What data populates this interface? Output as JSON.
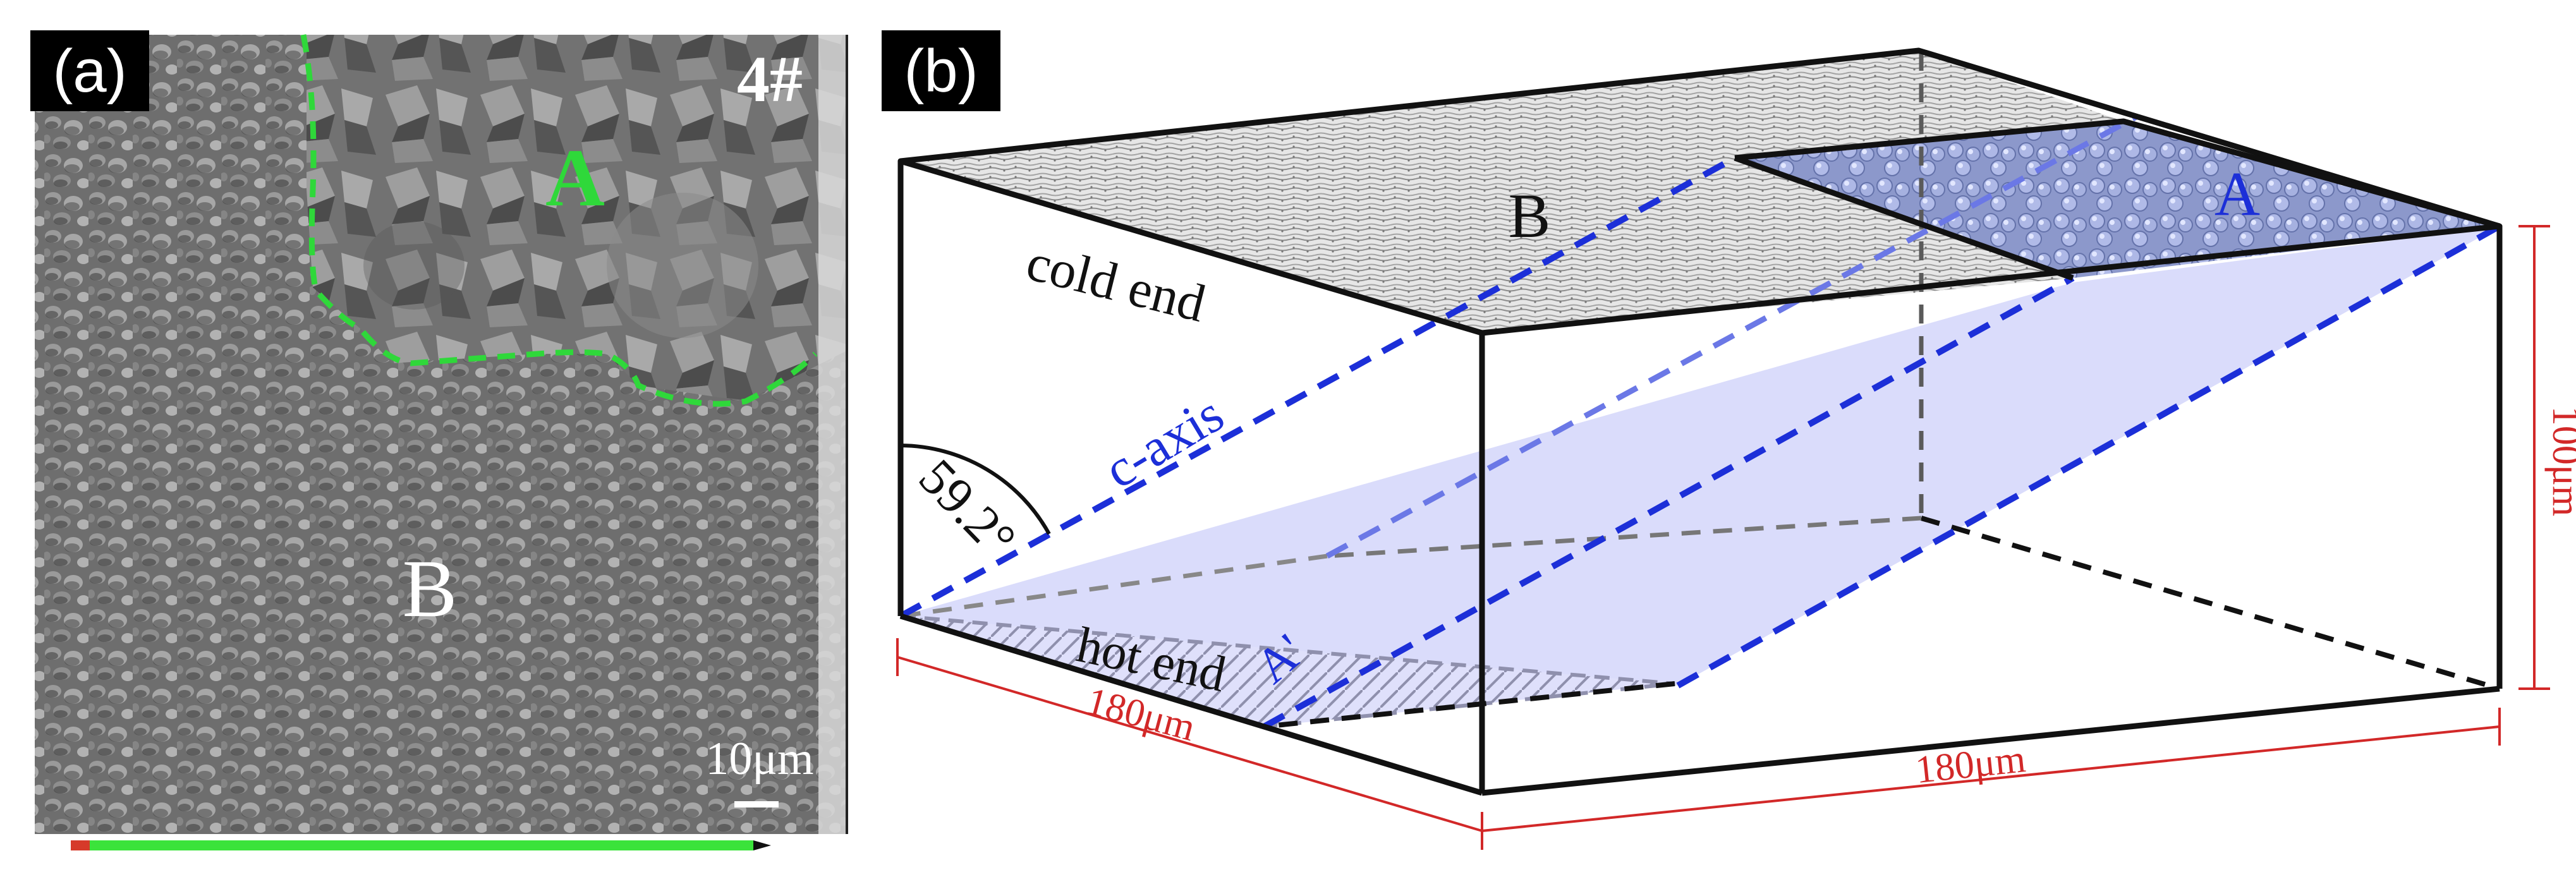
{
  "panel_a": {
    "label": "(a)",
    "sample_id": "4#",
    "region_a": "A",
    "region_b": "B",
    "scale_bar": "10μm"
  },
  "panel_b": {
    "label": "(b)",
    "top_region_b": "B",
    "top_region_a": "A",
    "projected_region": "A'",
    "cold_end": "cold end",
    "hot_end": "hot end",
    "axis_label": "c-axis",
    "angle": "59.2°",
    "dim_front": "180μm",
    "dim_side": "180μm",
    "dim_height": "100μm"
  },
  "colors": {
    "boundary_green": "#2fd83a",
    "axis_blue": "#1c2fd8",
    "plane_fill": "#d6d8fb",
    "dimension_red": "#d22828",
    "label_bg": "#000000"
  }
}
